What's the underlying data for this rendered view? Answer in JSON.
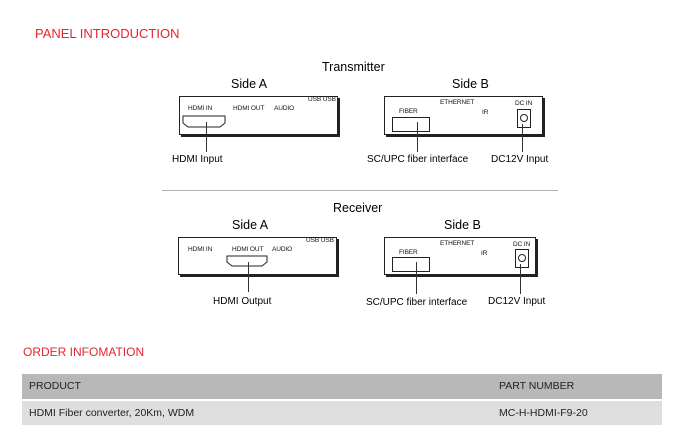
{
  "headings": {
    "panel_intro": "PANEL INTRODUCTION",
    "order_info": "ORDER INFOMATION"
  },
  "transmitter": {
    "title": "Transmitter",
    "side_a": {
      "title": "Side A",
      "ports": [
        "HDMI IN",
        "HDMI OUT",
        "AUDIO",
        "USB USB"
      ],
      "callout": "HDMI Input"
    },
    "side_b": {
      "title": "Side B",
      "ports": [
        "FIBER",
        "ETHERNET",
        "IR",
        "DC IN"
      ],
      "callout_fiber": "SC/UPC fiber interface",
      "callout_dc": "DC12V Input"
    }
  },
  "receiver": {
    "title": "Receiver",
    "side_a": {
      "title": "Side A",
      "ports": [
        "HDMI IN",
        "HDMI OUT",
        "AUDIO",
        "USB USB"
      ],
      "callout": "HDMI Output"
    },
    "side_b": {
      "title": "Side B",
      "ports": [
        "FIBER",
        "ETHERNET",
        "IR",
        "DC IN"
      ],
      "callout_fiber": "SC/UPC fiber interface",
      "callout_dc": "DC12V Input"
    }
  },
  "order_table": {
    "headers": [
      "PRODUCT",
      "PART NUMBER"
    ],
    "rows": [
      [
        "HDMI Fiber converter, 20Km, WDM",
        "MC-H-HDMI-F9-20"
      ]
    ]
  },
  "colors": {
    "heading_red": "#e8232f",
    "table_header_bg": "#b8b8b8",
    "table_row_bg": "#dedede"
  }
}
